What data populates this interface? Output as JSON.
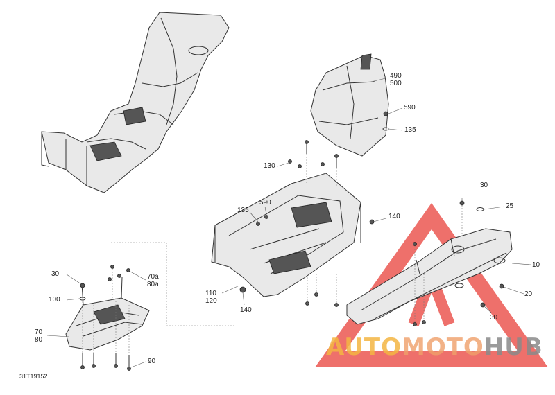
{
  "diagram": {
    "drawing_id": "31T19152",
    "callouts": [
      {
        "id": "490-500",
        "lines": [
          "490",
          "500"
        ]
      },
      {
        "id": "590-top",
        "lines": [
          "590"
        ]
      },
      {
        "id": "135-top",
        "lines": [
          "135"
        ]
      },
      {
        "id": "130",
        "lines": [
          "130"
        ]
      },
      {
        "id": "590-mid",
        "lines": [
          "590"
        ]
      },
      {
        "id": "135-mid",
        "lines": [
          "135"
        ]
      },
      {
        "id": "140-right",
        "lines": [
          "140"
        ]
      },
      {
        "id": "110-120",
        "lines": [
          "110",
          "120"
        ]
      },
      {
        "id": "140-bottom",
        "lines": [
          "140"
        ]
      },
      {
        "id": "30-right-top",
        "lines": [
          "30"
        ]
      },
      {
        "id": "25",
        "lines": [
          "25"
        ]
      },
      {
        "id": "10",
        "lines": [
          "10"
        ]
      },
      {
        "id": "20",
        "lines": [
          "20"
        ]
      },
      {
        "id": "30-right-bottom",
        "lines": [
          "30"
        ]
      },
      {
        "id": "30-left",
        "lines": [
          "30"
        ]
      },
      {
        "id": "70a-80a",
        "lines": [
          "70a",
          "80a"
        ]
      },
      {
        "id": "100",
        "lines": [
          "100"
        ]
      },
      {
        "id": "70-80",
        "lines": [
          "70",
          "80"
        ]
      },
      {
        "id": "90",
        "lines": [
          "90"
        ]
      }
    ]
  },
  "watermark": {
    "part1": "AUTO",
    "part2": "MOTO",
    "part3": "HUB",
    "colors": {
      "triangle": "#e8403a",
      "part1": "#f4b642",
      "part2": "#f0a06a",
      "part3": "#8a8a8a"
    }
  }
}
